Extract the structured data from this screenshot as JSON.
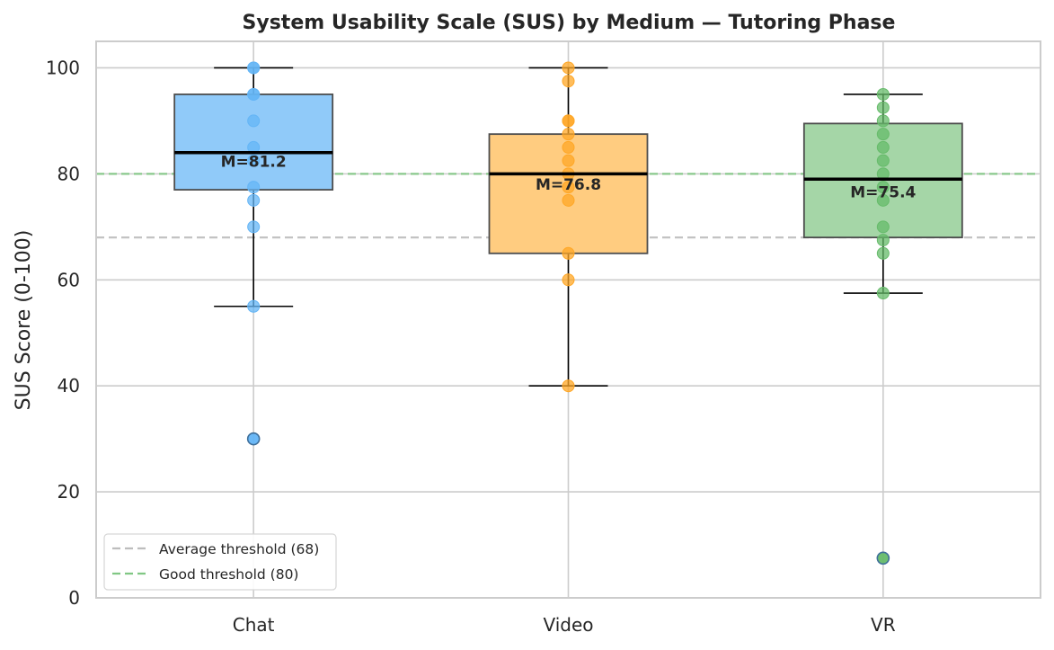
{
  "chart_data": {
    "type": "box",
    "title": "System Usability Scale (SUS) by Medium — Tutoring Phase",
    "xlabel": "",
    "ylabel": "SUS Score (0-100)",
    "ylim": [
      0,
      105
    ],
    "yticks": [
      "0",
      "20",
      "40",
      "60",
      "80",
      "100"
    ],
    "grid": true,
    "categories": [
      "Chat",
      "Video",
      "VR"
    ],
    "series": [
      {
        "category": "Chat",
        "color": "#64b5f6",
        "box_fill": "#90caf9",
        "q1": 77,
        "median": 84,
        "q3": 95,
        "whisker_low": 55,
        "whisker_high": 100,
        "outliers": [
          30
        ],
        "mean_label": "M=81.2",
        "mean": 81.2,
        "points": [
          100,
          100,
          95,
          95,
          90,
          85,
          82.5,
          77.5,
          75,
          70,
          55,
          30
        ]
      },
      {
        "category": "Video",
        "color": "#ffa726",
        "box_fill": "#ffcc80",
        "q1": 65,
        "median": 80,
        "q3": 87.5,
        "whisker_low": 40,
        "whisker_high": 100,
        "outliers": [],
        "mean_label": "M=76.8",
        "mean": 76.8,
        "points": [
          100,
          97.5,
          90,
          90,
          87.5,
          85,
          82.5,
          80,
          77.5,
          75,
          65,
          60,
          40
        ]
      },
      {
        "category": "VR",
        "color": "#66bb6a",
        "box_fill": "#a5d6a7",
        "q1": 68,
        "median": 79,
        "q3": 89.5,
        "whisker_low": 57.5,
        "whisker_high": 95,
        "outliers": [
          7.5
        ],
        "mean_label": "M=75.4",
        "mean": 75.4,
        "points": [
          95,
          92.5,
          90,
          87.5,
          85,
          82.5,
          80,
          77.5,
          75,
          70,
          67.5,
          65,
          57.5,
          7.5
        ]
      }
    ],
    "reference_lines": [
      {
        "label": "Average threshold (68)",
        "value": 68,
        "color": "#bdbdbd"
      },
      {
        "label": "Good threshold (80)",
        "value": 80,
        "color": "#81c784"
      }
    ],
    "legend_position": "lower-left"
  }
}
